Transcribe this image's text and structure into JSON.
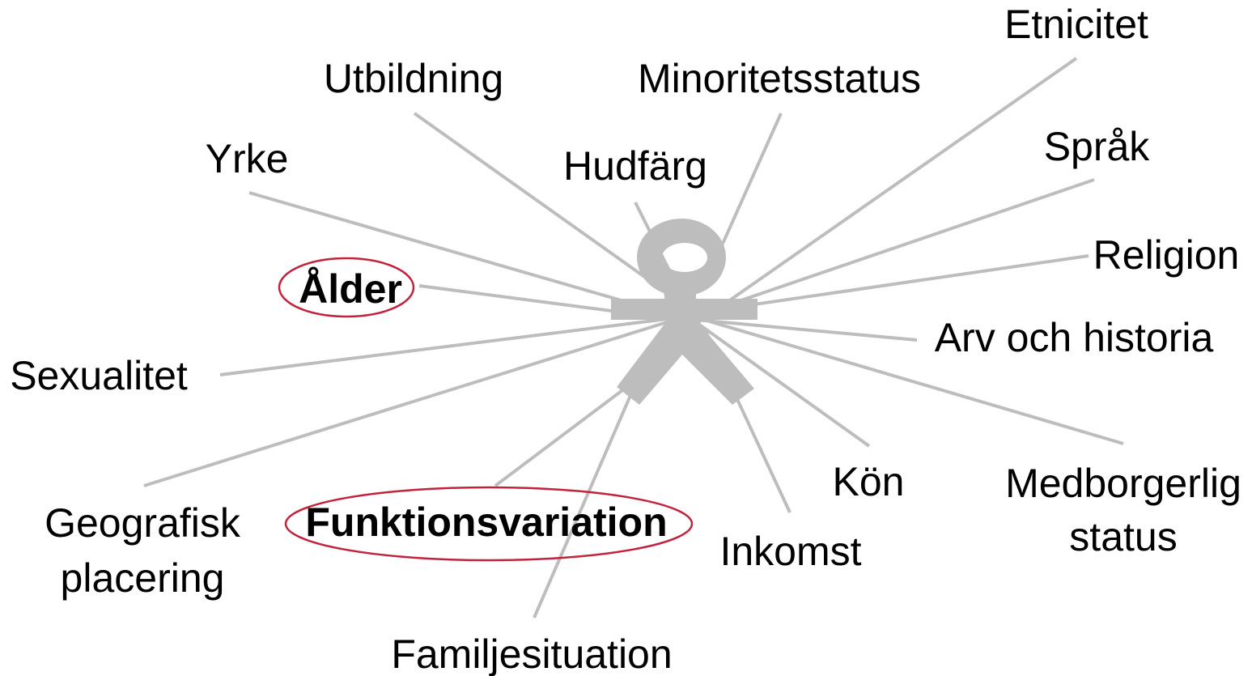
{
  "labels": {
    "etnicitet": "Etnicitet",
    "utbildning": "Utbildning",
    "minoritetsstatus": "Minoritetsstatus",
    "yrke": "Yrke",
    "hudfarg": "Hudfärg",
    "sprak": "Språk",
    "religion": "Religion",
    "alder": "Ålder",
    "arv_och_historia": "Arv och historia",
    "sexualitet": "Sexualitet",
    "kon": "Kön",
    "medborgerlig_1": "Medborgerlig",
    "medborgerlig_2": "status",
    "geografisk_1": "Geografisk",
    "geografisk_2": "placering",
    "funktionsvariation": "Funktionsvariation",
    "inkomst": "Inkomst",
    "familjesituation": "Familjesituation"
  },
  "colors": {
    "spoke": "#bdbdbd",
    "figure": "#bdbdbd",
    "highlight_ellipse": "#c0233b",
    "text": "#000000"
  },
  "highlighted": [
    "Ålder",
    "Funktionsvariation"
  ]
}
